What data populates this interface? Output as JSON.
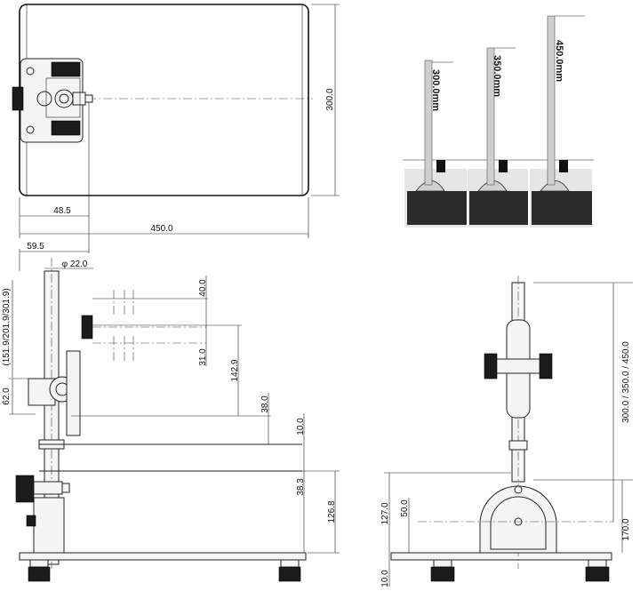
{
  "top_view": {
    "dims": {
      "depth": "300.0",
      "width": "450.0",
      "offset": "48.5"
    }
  },
  "side_view": {
    "dims": {
      "offset_top": "59.5",
      "pole_diameter": "φ 22.0",
      "height_options": "(151.9/201.9/301.9)",
      "clamp_height": "62.0",
      "d40": "40.0",
      "d31": "31.0",
      "d142": "142.9",
      "d38": "38.0",
      "d10": "10.0",
      "d38_3": "38.3",
      "d126": "126.8"
    }
  },
  "front_view": {
    "dims": {
      "pole_lengths": "300.0 / 350.0 / 450.0",
      "d127": "127.0",
      "d50": "50.0",
      "d170": "170.0",
      "d10": "10.0"
    }
  },
  "photos": {
    "labels": [
      "300.0mm",
      "350.0mm",
      "450.0mm"
    ]
  }
}
